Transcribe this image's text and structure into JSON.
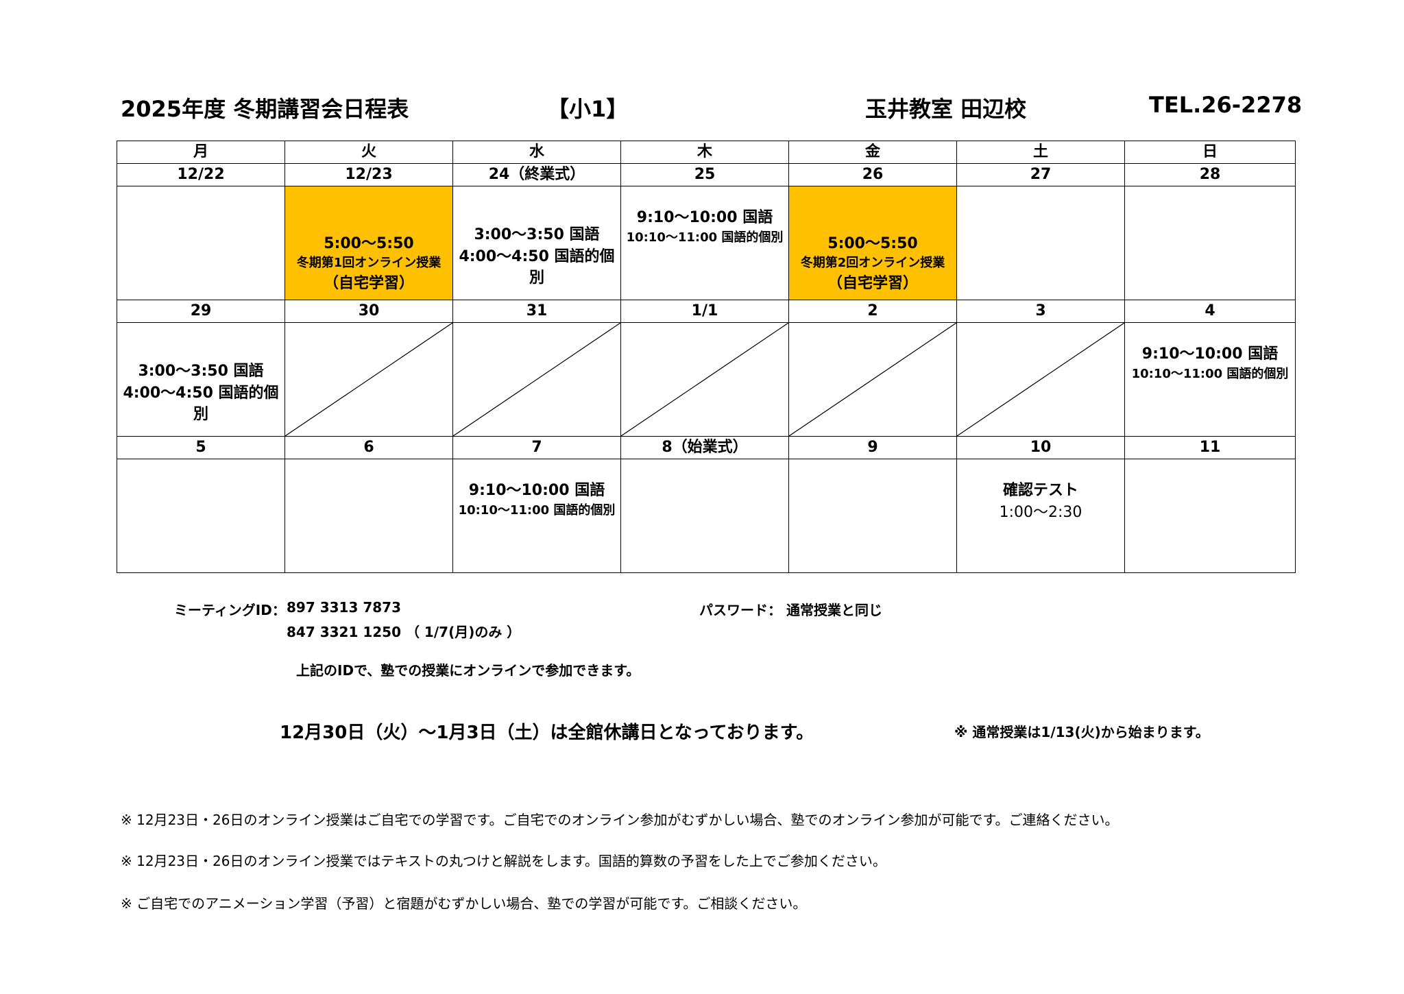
{
  "header": {
    "title": "2025年度  冬期講習会日程表",
    "grade": "【小1】",
    "school": "玉井教室  田辺校",
    "tel": "TEL.26-2278"
  },
  "calendar": {
    "weekdays": [
      "月",
      "火",
      "水",
      "木",
      "金",
      "土",
      "日"
    ],
    "weeks": [
      {
        "dates": [
          "12/22",
          "12/23",
          "24（終業式）",
          "25",
          "26",
          "27",
          "28"
        ],
        "cells": [
          {},
          {
            "time": "5:00～5:50",
            "line2": "冬期第1回オンライン授業",
            "line3": "（自宅学習）"
          },
          {
            "line1": "3:00～3:50  国語",
            "line2": "4:00～4:50  国語的個別"
          },
          {
            "line1": "9:10～10:00  国語",
            "line2": "10:10～11:00  国語的個別"
          },
          {
            "time": "5:00～5:50",
            "line2": "冬期第2回オンライン授業",
            "line3": "（自宅学習）"
          },
          {},
          {}
        ]
      },
      {
        "dates": [
          "29",
          "30",
          "31",
          "1/1",
          "2",
          "3",
          "4"
        ],
        "cells": [
          {
            "line1": "3:00～3:50  国語",
            "line2": "4:00～4:50  国語的個別"
          },
          {},
          {},
          {},
          {},
          {},
          {
            "line1": "9:10～10:00  国語",
            "line2": "10:10～11:00  国語的個別"
          }
        ]
      },
      {
        "dates": [
          "5",
          "6",
          "7",
          "8（始業式）",
          "9",
          "10",
          "11"
        ],
        "cells": [
          {},
          {},
          {
            "line1": "9:10～10:00  国語",
            "line2": "10:10～11:00  国語的個別"
          },
          {},
          {},
          {
            "line1": "確認テスト",
            "line2": "1:00～2:30"
          },
          {}
        ]
      }
    ]
  },
  "meeting": {
    "label": "ミーティングID：",
    "id1": "897 3313 7873",
    "id2": "847 3321 1250  （  1/7(月)のみ  ）",
    "password": "パスワード： 通常授業と同じ",
    "note": "上記のIDで、塾での授業にオンラインで参加できます。"
  },
  "closure": {
    "text": "12月30日（火）～1月3日（土）は全館休講日となっております。",
    "restart": "※  通常授業は1/13(火)から始まります。"
  },
  "notes": [
    "※ 12月23日・26日のオンライン授業はご自宅での学習です。ご自宅でのオンライン参加がむずかしい場合、塾でのオンライン参加が可能です。ご連絡ください。",
    "※ 12月23日・26日のオンライン授業ではテキストの丸つけと解説をします。国語的算数の予習をした上でご参加ください。",
    "※ ご自宅でのアニメーション学習（予習）と宿題がむずかしい場合、塾での学習が可能です。ご相談ください。"
  ],
  "colors": {
    "highlight": "#ffc000"
  }
}
